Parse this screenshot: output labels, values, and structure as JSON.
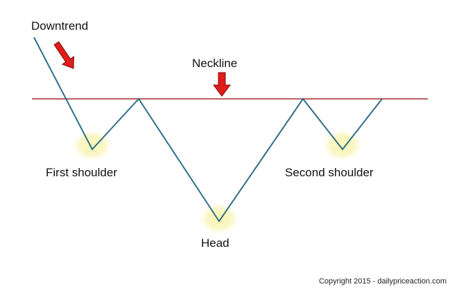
{
  "labels": {
    "downtrend": "Downtrend",
    "neckline": "Neckline",
    "first_shoulder": "First shoulder",
    "head": "Head",
    "second_shoulder": "Second shoulder"
  },
  "copyright": "Copyright 2015 - dailypriceaction.com",
  "colors": {
    "price_line": "#2e6e88",
    "neckline": "#a52a2a",
    "arrow_fill": "#e21b1b",
    "arrow_outline": "#7a0a0a",
    "highlight_glow": "#f9f4b0"
  }
}
